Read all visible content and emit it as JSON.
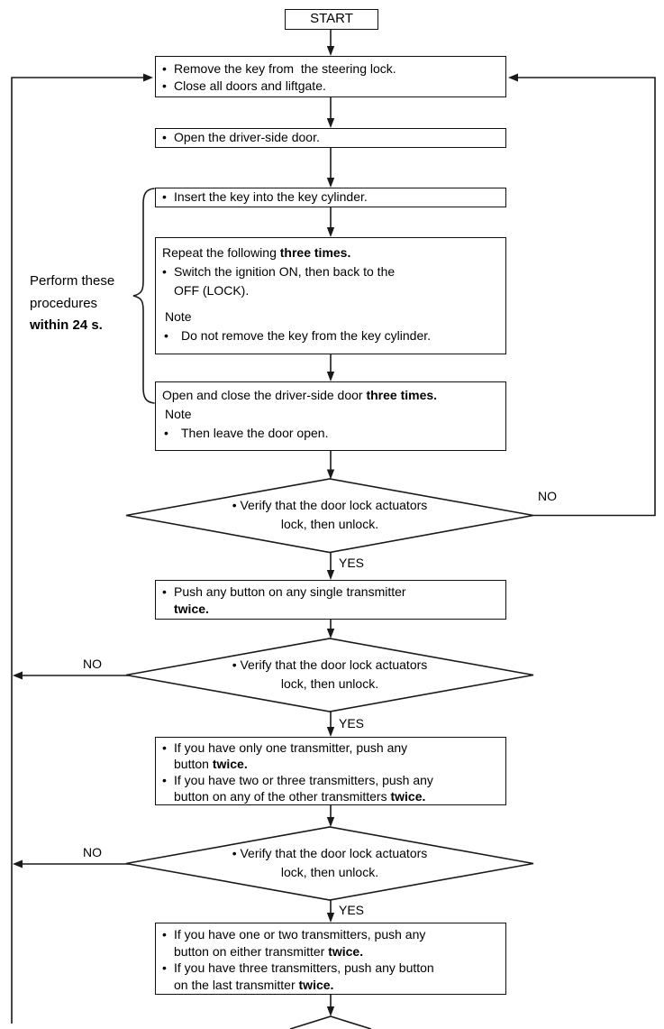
{
  "labels": {
    "start": "START",
    "yes": "YES",
    "no": "NO"
  },
  "side_note": {
    "line1": "Perform these",
    "line2": "procedures",
    "line3": "within 24 s."
  },
  "diamond": {
    "line1": "• Verify that the door lock actuators",
    "line2": "lock, then unlock."
  },
  "boxes": {
    "box1": {
      "lines": [
        {
          "bullet": true,
          "pre": "Remove the key from  the steering lock."
        },
        {
          "bullet": true,
          "pre": "Close all doors and liftgate."
        }
      ]
    },
    "box2": {
      "lines": [
        {
          "bullet": true,
          "pre": "Open the driver-side door."
        }
      ]
    },
    "box3": {
      "lines": [
        {
          "bullet": true,
          "pre": "Insert the key into the key cylinder."
        }
      ]
    },
    "box4": {
      "lines": [
        {
          "pre": "Repeat the following ",
          "bold": "three times."
        },
        {
          "bullet": true,
          "pre": "Switch the ignition ON, then back to the"
        },
        {
          "cls": "cont",
          "pre": "OFF (LOCK)."
        },
        {
          "cls": "note mt",
          "pre": "Note"
        },
        {
          "bullet": true,
          "cls": "wb",
          "pre": "Do not remove the key from the key cylinder."
        }
      ]
    },
    "box5": {
      "lines": [
        {
          "pre": "Open and close the driver-side door ",
          "bold": "three times."
        },
        {
          "cls": "note",
          "pre": "Note"
        },
        {
          "bullet": true,
          "cls": "wb",
          "pre": "Then leave the door open."
        }
      ]
    },
    "box6": {
      "lines": [
        {
          "bullet": true,
          "pre": "Push any button on any single transmitter"
        },
        {
          "cls": "cont",
          "bold": "twice."
        }
      ]
    },
    "box7": {
      "lines": [
        {
          "bullet": true,
          "pre": "If you have only one transmitter, push any"
        },
        {
          "cls": "cont",
          "pre": "button ",
          "bold": "twice."
        },
        {
          "bullet": true,
          "pre": "If you have two or three transmitters, push any"
        },
        {
          "cls": "cont",
          "pre": "button on any of the other transmitters ",
          "bold": "twice."
        }
      ]
    },
    "box8": {
      "lines": [
        {
          "bullet": true,
          "pre": "If you have one or two transmitters, push any"
        },
        {
          "cls": "cont",
          "pre": "button on either transmitter ",
          "bold": "twice."
        },
        {
          "bullet": true,
          "pre": "If you have three transmitters, push any button"
        },
        {
          "cls": "cont",
          "pre": "on the last transmitter ",
          "bold": "twice."
        }
      ]
    }
  },
  "colors": {
    "line": "#1a1a1a",
    "text": "#000000",
    "background": "#ffffff"
  }
}
